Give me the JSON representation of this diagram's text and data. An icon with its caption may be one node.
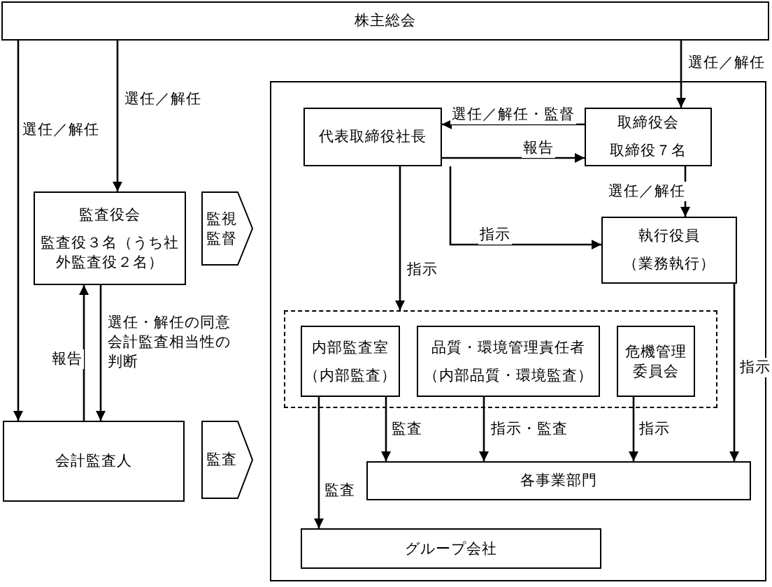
{
  "diagram": {
    "nodes": [
      {
        "text": [
          "株主総会"
        ]
      },
      {
        "text": [],
        "shape": "box"
      },
      {
        "text": [
          "監査役会",
          "監査役３名（うち社外監査役２名）"
        ]
      },
      {
        "text": [
          "監視監督"
        ]
      },
      {
        "text": [
          "会計監査人"
        ]
      },
      {
        "text": [
          "監査"
        ]
      },
      {
        "text": [
          "代表取締役社長"
        ],
        "in": 1
      },
      {
        "text": [
          "取締役会",
          "取締役７名"
        ],
        "in": 1
      },
      {
        "text": [
          "執行役員",
          "（業務執行）"
        ],
        "in": 1
      },
      {
        "text": [],
        "shape": "box",
        "in": 1
      },
      {
        "text": [
          "内部監査室",
          "（内部監査）"
        ],
        "in": 9
      },
      {
        "text": [
          "品質・環境管理責任者",
          "（内部品質・環境監査）"
        ],
        "in": 9
      },
      {
        "text": [
          "危機管理委員会"
        ],
        "in": 9
      },
      {
        "text": [
          "各事業部門"
        ],
        "in": 1
      },
      {
        "text": [
          "グループ会社"
        ],
        "in": 1
      }
    ],
    "edges": [
      {
        "from": 0,
        "to": 4,
        "arrow": "to",
        "label": "選任／解任"
      },
      {
        "from": 0,
        "to": 2,
        "arrow": "to",
        "label": "選任／解任"
      },
      {
        "from": 0,
        "to": 7,
        "arrow": "to",
        "label": "選任／解任"
      },
      {
        "from": 7,
        "to": 6,
        "arrow": "to",
        "label": "選任／解任・監督"
      },
      {
        "from": 6,
        "to": 7,
        "arrow": "to",
        "label": "報告"
      },
      {
        "from": 7,
        "to": 8,
        "arrow": "to",
        "label": "選任／解任"
      },
      {
        "from": 6,
        "to": 8,
        "arrow": "to",
        "label": "指示"
      },
      {
        "from": 6,
        "to": 9,
        "arrow": "to",
        "label": "指示"
      },
      {
        "from": 4,
        "to": 2,
        "arrow": "to",
        "label": "報告"
      },
      {
        "from": 2,
        "to": 4,
        "arrow": "to",
        "label": "選任・解任の同意会計監査相当性の判断"
      },
      {
        "from": 10,
        "to": 13,
        "arrow": "to",
        "label": "監査"
      },
      {
        "from": 10,
        "to": 14,
        "arrow": "to",
        "label": "監査"
      },
      {
        "from": 11,
        "to": 13,
        "arrow": "to",
        "label": "指示・監査"
      },
      {
        "from": 12,
        "to": 13,
        "arrow": "to",
        "label": "指示"
      },
      {
        "from": 8,
        "to": 13,
        "arrow": "to",
        "label": "指示"
      }
    ]
  }
}
